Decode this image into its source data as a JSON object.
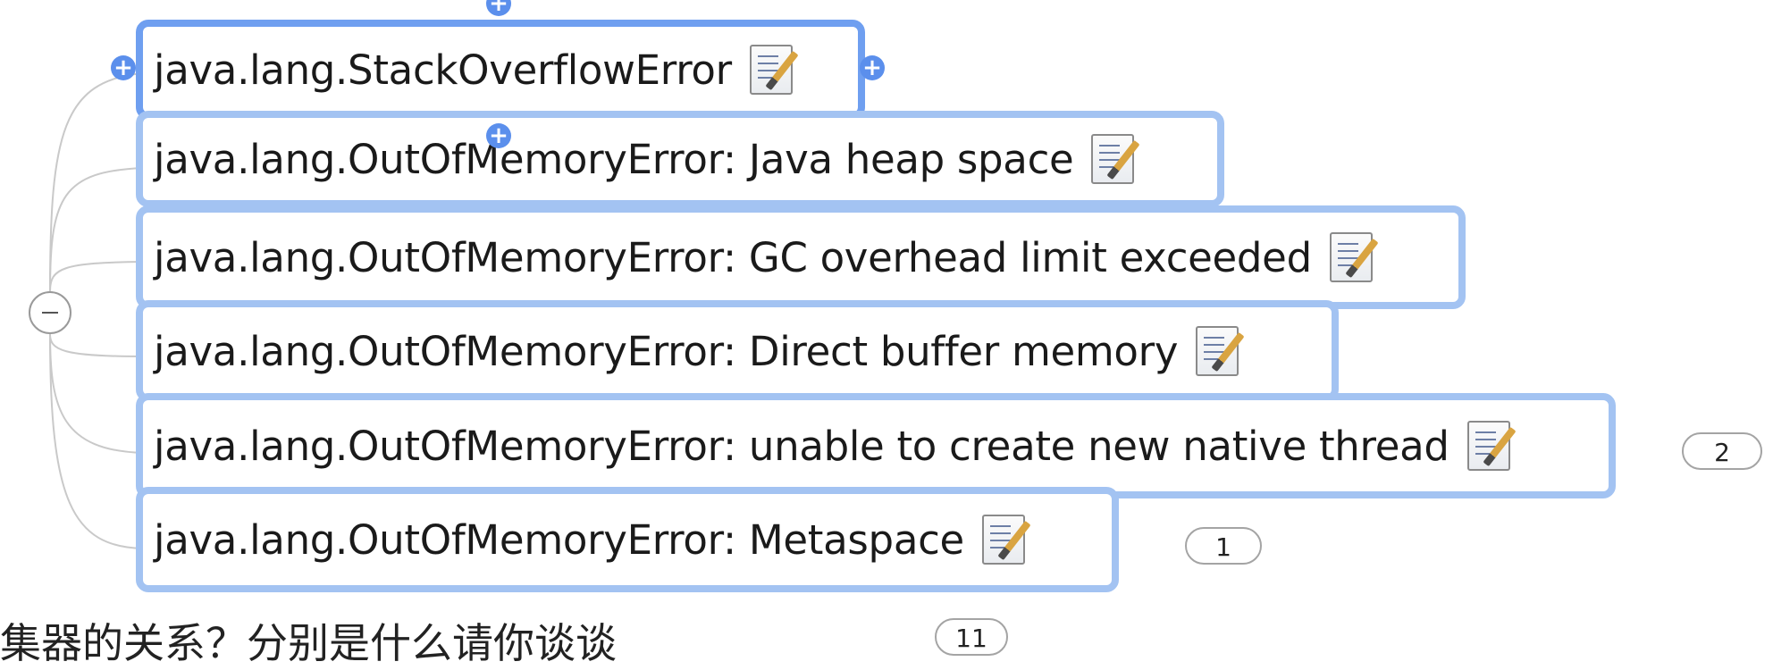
{
  "map": {
    "topics": [
      {
        "label": "java.lang.StackOverflowError"
      },
      {
        "label": "java.lang.OutOfMemoryError: Java heap space"
      },
      {
        "label": "java.lang.OutOfMemoryError: GC overhead limit exceeded"
      },
      {
        "label": "java.lang.OutOfMemoryError: Direct buffer memory"
      },
      {
        "label": "java.lang.OutOfMemoryError: unable to create new native thread"
      },
      {
        "label": "java.lang.OutOfMemoryError: Metaspace"
      }
    ],
    "badges": {
      "native_thread": "2",
      "metaspace": "1"
    },
    "bottom_text": "集器的关系？分别是什么请你谈谈",
    "bottom_badge": "11",
    "icons": {
      "note": "note-pencil-icon",
      "add": "plus-icon",
      "collapse": "minus-icon"
    },
    "colors": {
      "topic_border": "#a3c3f2",
      "selected_border": "#6f9ff0",
      "plus": "#5b8fec"
    }
  }
}
